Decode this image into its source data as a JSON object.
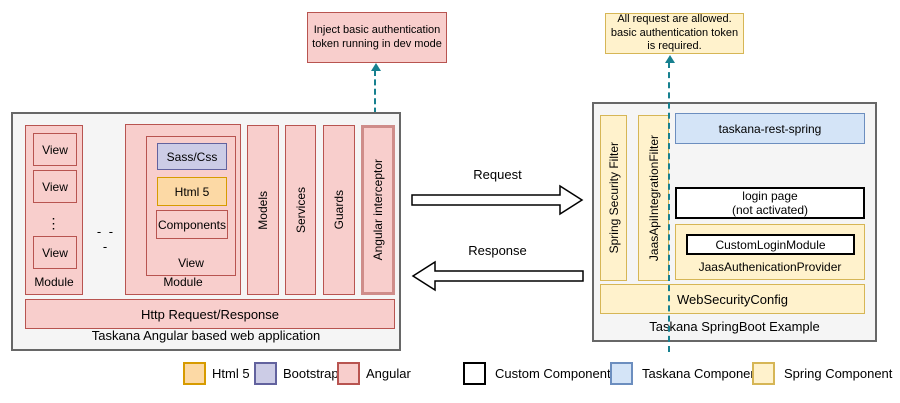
{
  "notes": {
    "dev_mode": "Inject basic authentication token running in dev mode",
    "auth": "All request are allowed. basic authentication token is required."
  },
  "left_app": {
    "title": "Taskana Angular based web application",
    "module_label": "Module",
    "views": [
      "View",
      "View",
      "View"
    ],
    "vertical_ellipsis": "⋮",
    "horizontal_ellipsis": "- - -",
    "view_label": "View",
    "sass_css": "Sass/Css",
    "html5": "Html 5",
    "components": "Components",
    "bars": [
      "Models",
      "Services",
      "Guards",
      "Angular interceptor"
    ],
    "http_bar": "Http Request/Response"
  },
  "flows": {
    "request": "Request",
    "response": "Response"
  },
  "right_app": {
    "title": "Taskana SpringBoot Example",
    "bars": [
      "Spring Security Filter",
      "JaasApiIntegrationFilter"
    ],
    "taskana_rest_spring": "taskana-rest-spring",
    "login_page_line1": "login page",
    "login_page_line2": "(not activated)",
    "custom_login_module": "CustomLoginModule",
    "jaas_provider": "JaasAuthenicationProvider",
    "web_security_config": "WebSecurityConfig"
  },
  "legend": {
    "items": [
      {
        "label": "Html 5",
        "fill": "#fcd9a5",
        "border": "#d79b00"
      },
      {
        "label": "Bootstrap",
        "fill": "#cccce6",
        "border": "#62629e"
      },
      {
        "label": "Angular",
        "fill": "#f8cecc",
        "border": "#b85450"
      },
      {
        "label": "Custom Component",
        "fill": "#ffffff",
        "border": "#000000"
      },
      {
        "label": "Taskana Component",
        "fill": "#d4e4f7",
        "border": "#6c8ebf"
      },
      {
        "label": "Spring Component",
        "fill": "#fff2cc",
        "border": "#d6b656"
      }
    ]
  },
  "colors": {
    "dashed_arrow": "#17808f",
    "container_fill": "#f5f5f5",
    "container_border": "#676767"
  }
}
